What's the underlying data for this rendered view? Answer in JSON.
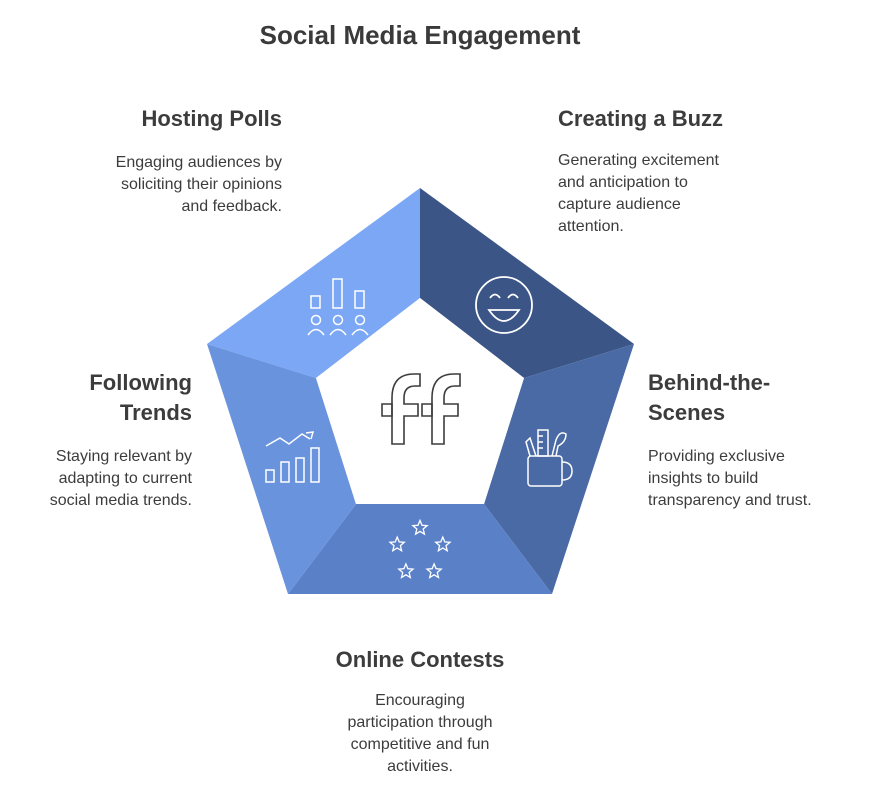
{
  "title": "Social Media Engagement",
  "center_logo": "ff",
  "segments": [
    {
      "id": "hosting-polls",
      "heading": "Hosting Polls",
      "description_lines": [
        "Engaging audiences by",
        "soliciting their opinions",
        "and feedback."
      ],
      "color": "#7BA7F5",
      "icon": "poll-chart-people-icon"
    },
    {
      "id": "creating-buzz",
      "heading": "Creating a Buzz",
      "description_lines": [
        "Generating excitement",
        "and anticipation to",
        "capture audience",
        "attention."
      ],
      "color": "#3A5586",
      "icon": "smiley-face-icon"
    },
    {
      "id": "behind-the-scenes",
      "heading_lines": [
        "Behind-the-",
        "Scenes"
      ],
      "description_lines": [
        "Providing exclusive",
        "insights to build",
        "transparency and trust."
      ],
      "color": "#4A6AA5",
      "icon": "pencil-cup-icon"
    },
    {
      "id": "online-contests",
      "heading": "Online Contests",
      "description_lines": [
        "Encouraging",
        "participation through",
        "competitive and fun",
        "activities."
      ],
      "color": "#5A80C8",
      "icon": "stars-circle-icon"
    },
    {
      "id": "following-trends",
      "heading_lines": [
        "Following",
        "Trends"
      ],
      "description_lines": [
        "Staying relevant by",
        "adapting to current",
        "social media trends."
      ],
      "color": "#6A93DE",
      "icon": "trend-bar-chart-icon"
    }
  ]
}
